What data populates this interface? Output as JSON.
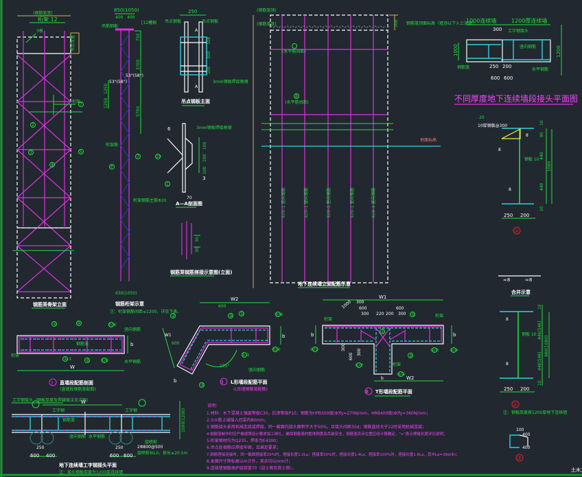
{
  "drawing": {
    "title": "地下连续墙钢筋笼施工图",
    "watermark": "土木工",
    "colors": {
      "background": "#212830",
      "annotation": "#22e03a",
      "rebar": "#e030e0",
      "outline": "#ffffff",
      "steel_plate": "#30d0e0",
      "dimension": "#d8b060",
      "detail_marker": "#e02030"
    }
  },
  "views": {
    "cage_elevation": {
      "title": "钢筋笼骨架立面",
      "top_dim": "(钢筋笼宽)",
      "top_label": "桁架 12",
      "sub_label": "3根",
      "side_label": "吊点位置",
      "callout_label": "桁架",
      "callout_num": "7",
      "markers": [
        "2",
        "3",
        "4",
        "5"
      ]
    },
    "truss": {
      "title": "钢筋桁架示意",
      "note": "注：桁架钢筋间距≤1200，详见下表。",
      "top_dim": "850(1050)",
      "sub_dims": [
        "400",
        "400"
      ],
      "channel": "[12槽钢",
      "left_label": "吊筋钢板",
      "dims": [
        "750",
        "3700",
        "5700",
        "1250",
        "1250"
      ],
      "angles": [
        "53°(58°)",
        "53°(58°)"
      ],
      "labels": [
        "桁架筋",
        "桁架钢筋主筋Φ20"
      ],
      "markers": [
        "7",
        "P"
      ],
      "bottom_dim": "630(1050)"
    },
    "hoist_plate": {
      "title": "吊点钢板主面",
      "top_dim": "250",
      "left_label": "吊点钢板",
      "right_label": "吊点钢板",
      "dims": [
        "100",
        "300",
        "100"
      ],
      "plate_note": "3mm钢板焊接角钢",
      "section_mark": "A"
    },
    "section_aa": {
      "title": "A—A剖面图",
      "weld_sizes": [
        "6",
        "3"
      ],
      "plate_note": "3mm钢板焊接角钢",
      "markers": [
        "10",
        "1"
      ],
      "dims": [
        "100",
        "100",
        "100",
        "70"
      ]
    },
    "lap_detail": {
      "title": "钢筋笼钢筋搭接示意图(立面)",
      "dims": [
        "30",
        "30"
      ]
    },
    "wall_elevation": {
      "title": "地下连续墙立面配筋示意",
      "top_labels": [
        "(钢筋笼顶)",
        "(钢筋笼底)"
      ],
      "right_note": "钢筋笼顶面标高（墙顶以下入土深度）",
      "dim": "100",
      "marker": "8",
      "marker_label": "(水平筋间距)",
      "ground_label": "地面标高",
      "bar_labels": [
        "①/①-1 竖向钢筋",
        "①/①-1 竖向钢筋",
        "①/①-1 竖向钢筋",
        "①/①-1 竖向钢筋",
        "①/①-1 竖向钢筋"
      ]
    },
    "joint_plan": {
      "title": "不同厚度地下连续墙段接头平面图",
      "top_left": "1000连续墙",
      "top_right": "1200厚连续墙",
      "dims": [
        "300",
        "1000",
        "1200",
        "250",
        "200",
        "600",
        "600"
      ],
      "labels": [
        "工字钢接头",
        "钢筋笼",
        "竖向钢筋",
        "水平钢筋",
        "钢板",
        "钢板"
      ]
    },
    "detail_2": {
      "marker": "②",
      "weld": "20",
      "plate": "10厚钢板@300",
      "dims": [
        "10",
        "90",
        "440",
        "1080",
        "440",
        "10",
        "250",
        "200",
        "10"
      ],
      "weld_sizes": [
        "8",
        "8",
        "8"
      ],
      "web_label": "钢板 10"
    },
    "detail_1": {
      "marker": "①",
      "legend": "合并示意",
      "legend_symbols": [
        "∞8",
        "∞8"
      ],
      "web_label": "钢板 10",
      "weld_sizes": [
        "8",
        "8"
      ],
      "dims": [
        "10",
        "446(546)",
        "980(1080)",
        "446(546)",
        "10",
        "250",
        "200"
      ],
      "note": "注：钢板厚度按1200厚地下连续墙"
    },
    "detail_3": {
      "marker": "③",
      "dims": [
        "100",
        "400",
        "400"
      ]
    },
    "section_straight": {
      "title": "直墙段配筋剖面",
      "marker": "Ⅰ",
      "subtitle": "(直墙段钢筋笼配筋)",
      "dim": "W",
      "height_dim": "b",
      "labels": [
        "①",
        "⑩",
        "⑦/⑧",
        "①-1",
        "⑥",
        "⑦/⑧",
        "钢筋笼",
        "桁架",
        "竖向钢筋",
        "水平钢筋"
      ]
    },
    "section_l": {
      "title": "L形墙段配筋平面",
      "marker": "Ⅱ",
      "subtitle": "(L形墙钢筋笼配筋)",
      "dims": [
        "W2",
        "600",
        "W1",
        "600",
        "b",
        "b",
        "135°"
      ],
      "labels": [
        "①",
        "⑥",
        "⑦/⑧",
        "①-1",
        "⑤",
        "竖向钢筋"
      ]
    },
    "section_t": {
      "title": "T形墙段配筋平面",
      "marker": "Ⅲ",
      "dims": [
        "W1",
        "300",
        "1000",
        "600",
        "600",
        "300",
        "220",
        "200",
        "300",
        "600",
        "300",
        "b",
        "b",
        "W2",
        "b"
      ],
      "labels": [
        "桁架",
        "桁架",
        "①",
        "⑥/⑦",
        "⑥/⑦",
        "⑤",
        "⑥/⑦",
        "⑧/⑨",
        "①",
        "桁架"
      ]
    },
    "joint_h_beam": {
      "title": "地下连续墙工字钢接头平面",
      "note": "注：接头钢板厚度为1200厚连续墙",
      "top_label": "工字钢接头（钢板厚度及焊缝做法见详图）",
      "dim": "W",
      "right_dim": "1000(1200)",
      "markers": [
        "1",
        "2"
      ],
      "labels": [
        "工字钢",
        "钢筋笼",
        "竖向钢筋",
        "水平钢筋",
        "工字钢",
        "旋喷桩"
      ],
      "pile_note": "2Φ800@500",
      "pile_desc": "旋喷桩长L0，桩长≥20.5m",
      "dims": [
        "250",
        "600",
        "400",
        "250",
        "600",
        "600"
      ]
    },
    "notes": {
      "heading": "说明：",
      "items": [
        "1.材料：水下混凝土强度等级C30，抗渗等级P10，钢筋为HPB300级(Φ)fy=270N/mm，HRB400级(Φ)fy=360N/mm；",
        "2.①①筋上端锚入冠梁内80mm；",
        "3.钢筋接头采用机械连接或焊接，同一截面内接头面积不大于50%，且接头间距35d；钢筋直径大于22时采用机械连接；",
        "4.钢筋笼制作时应严格按照设计要求加工绑扎，确保钢筋笼的整体刚度及吊装安全，钢筋笼吊点位置应经计算确定，\"∞\"表示焊缝长度详见说明；",
        "5.桁架钢材均为Q235，焊条为E4300；",
        "6.吊点处钢筋应焊接牢固，且满足要求；",
        "7.钢筋搭接连接时，同一截面搭接率25%时，搭接长度1.2La；搭接率50%时，搭接长度1.4La；搭接率100%时，搭接长度1.6La，其中La=38d(Φ)；",
        "8.本图尺寸除标高以m计外，其余均以mm计；",
        "9.连续墙钢筋保护层厚度70（迎土侧及背土侧）。"
      ]
    }
  }
}
